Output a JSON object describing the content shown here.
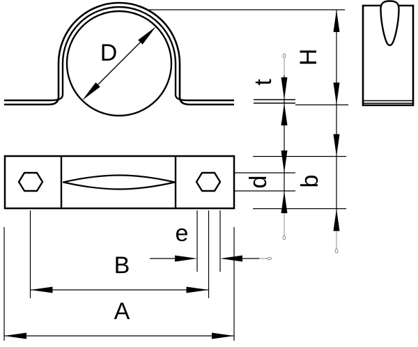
{
  "drawing": {
    "labels": {
      "pipe_diameter": "D",
      "overall_height": "H",
      "material_thickness": "t",
      "hole_width": "d",
      "clip_width": "b",
      "hole_length": "e",
      "hole_spacing": "B",
      "overall_length": "A"
    },
    "colors": {
      "line": "#000000",
      "background": "#ffffff",
      "leader_fade": "#999999"
    }
  }
}
